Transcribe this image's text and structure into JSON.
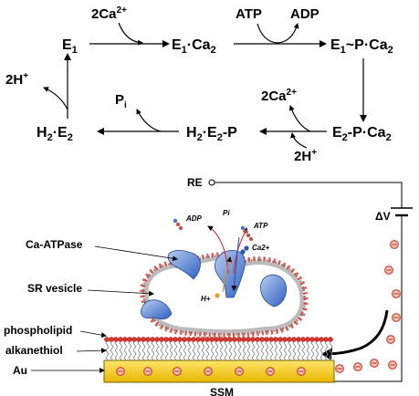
{
  "cycle": {
    "E1": [
      "E",
      "1"
    ],
    "E1Ca2": [
      "E",
      "1",
      "·Ca",
      "2"
    ],
    "E1PCa2": [
      "E",
      "1",
      "~P·Ca",
      "2"
    ],
    "E2PCa2": [
      "E",
      "2",
      "-P·Ca",
      "2"
    ],
    "H2E2P": [
      "H",
      "2",
      "·E",
      "2",
      "-P"
    ],
    "H2E2": [
      "H",
      "2",
      "·E",
      "2"
    ],
    "ca_in": [
      "2Ca",
      "2+"
    ],
    "atp": "ATP",
    "adp": "ADP",
    "ca_out": [
      "2Ca",
      "2+"
    ],
    "h_in": [
      "2H",
      "+"
    ],
    "pi": [
      "P",
      "i"
    ],
    "h_out": [
      "2H",
      "+"
    ]
  },
  "setup": {
    "re": "RE",
    "dv": "ΔV",
    "labels": {
      "ca_atpase": "Ca-ATPase",
      "sr_vesicle": "SR vesicle",
      "phospholipid": "phospholipid",
      "alkanethiol": "alkanethiol",
      "au": "Au",
      "ssm": "SSM"
    },
    "species": {
      "adp": "ADP",
      "pi": "Pi",
      "atp": "ATP",
      "ca": "Ca2+",
      "h": "H+"
    },
    "charge_sign": "⊖"
  }
}
